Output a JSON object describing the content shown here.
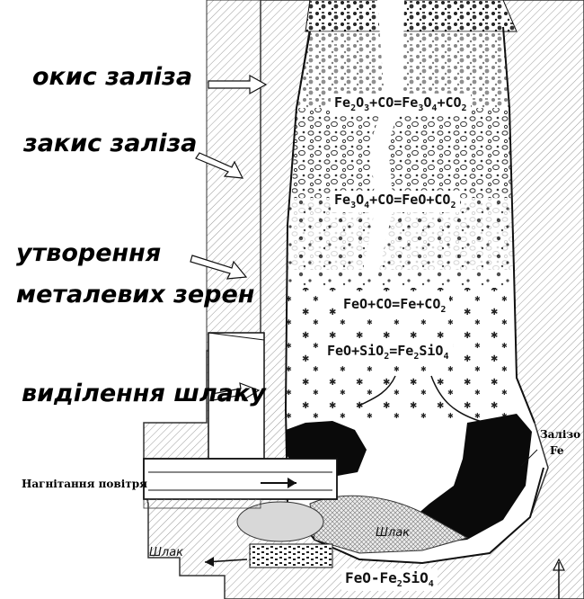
{
  "labels": {
    "iron_oxide": "окис заліза",
    "ferrous_oxide": "закис заліза",
    "metal_grains": "утворення",
    "metal_grains_2": "металевих зерен",
    "slag_separation": "виділення шлаку"
  },
  "formulas": {
    "f1": [
      "Fe",
      "2",
      "O",
      "3",
      "+CO=Fe",
      "3",
      "O",
      "4",
      "+CO",
      "2"
    ],
    "f2": [
      "Fe",
      "3",
      "O",
      "4",
      "+CO=FeO+CO",
      "2"
    ],
    "f3": [
      "FeO+CO=Fe+CO",
      "2"
    ],
    "f4": [
      "FeO+SiO",
      "2",
      "=Fe",
      "2",
      "SiO",
      "4"
    ],
    "f5": [
      "FeO-Fe",
      "2",
      "SiO",
      "4"
    ]
  },
  "annotations": {
    "air_injection": "Нагнітання повітря",
    "iron_label": "Залізо",
    "iron_symbol": "Fe",
    "slag_inside": "Шлак",
    "slag_outlet": "Шлак"
  },
  "colors": {
    "ink": "#111111",
    "hatch": "#9a9a9a",
    "paper": "#ffffff"
  }
}
